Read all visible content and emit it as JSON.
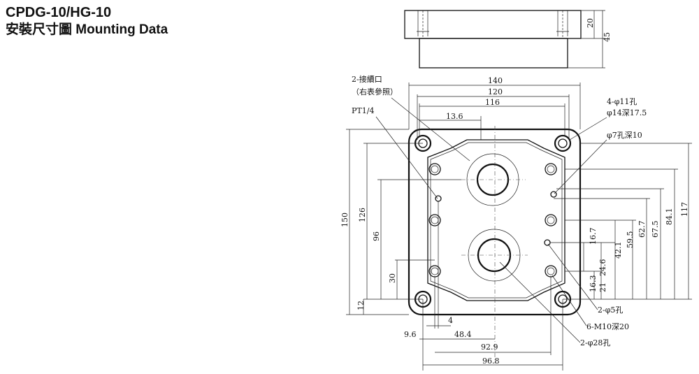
{
  "header": {
    "model": "CPDG-10/HG-10",
    "subtitle": "安裝尺寸圖 Mounting Data"
  },
  "side_view": {
    "dims": [
      "20",
      "45"
    ]
  },
  "callouts": {
    "port_label_1": "2-接續口",
    "port_label_2": "（右表參照）",
    "pt": "PT1/4",
    "holes_4_line1": "4-φ11孔",
    "holes_4_line2": "φ14深17.5",
    "hole_7": "φ7孔深10",
    "holes_2_5": "2-φ5孔",
    "taps_6": "6-M10深20",
    "bores_2_28": "2-φ28孔"
  },
  "dims": {
    "top": [
      "140",
      "120",
      "116",
      "13.6"
    ],
    "left": [
      "150",
      "126",
      "96",
      "30",
      "12"
    ],
    "bottom": [
      "4",
      "9.6",
      "48.4",
      "92.9",
      "96.8"
    ],
    "right": [
      "16.7",
      "16.3",
      "24.6",
      "21",
      "42.1",
      "59.5",
      "62.7",
      "67.5",
      "84.1",
      "117"
    ]
  },
  "colors": {
    "ink": "#111111",
    "paper": "#ffffff"
  }
}
